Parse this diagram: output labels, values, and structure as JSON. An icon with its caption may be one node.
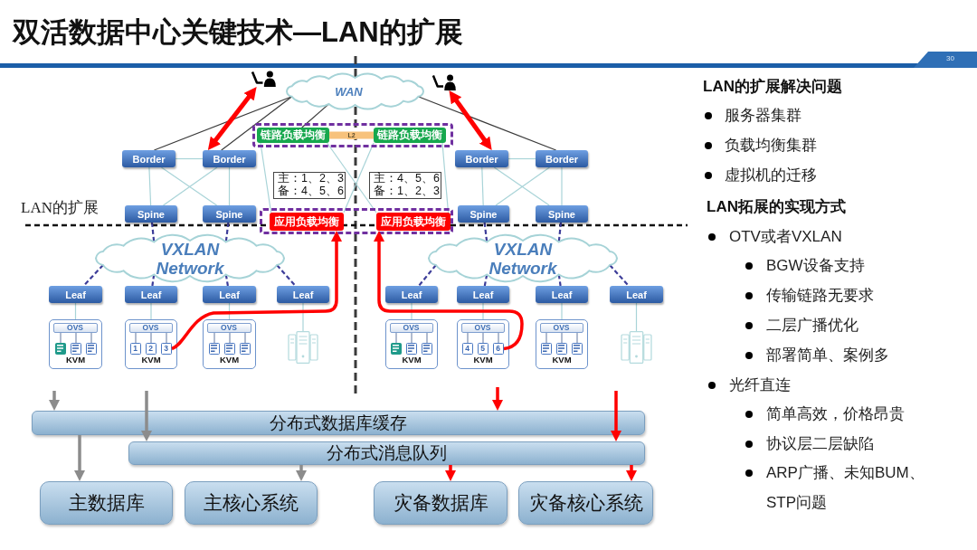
{
  "diagram": {
    "title": "双活数据中心关键技术—LAN的扩展",
    "nodes": [
      {
        "text": [],
        "shape": "person"
      },
      {
        "text": [
          "WAN"
        ]
      },
      {
        "text": [],
        "shape": "person"
      },
      {
        "text": [],
        "shape": "box"
      },
      {
        "text": [
          "链路负载均衡"
        ],
        "in": 3
      },
      {
        "text": [
          "链路负载均衡"
        ],
        "in": 3
      },
      {
        "text": [
          "Border"
        ]
      },
      {
        "text": [
          "Border"
        ]
      },
      {
        "text": [
          "Border"
        ]
      },
      {
        "text": [
          "Border"
        ]
      },
      {
        "text": [
          "主：1、2、3",
          "备：4、5、6"
        ]
      },
      {
        "text": [
          "主：4、5、6",
          "备：1、2、3"
        ]
      },
      {
        "text": [
          "Spine"
        ]
      },
      {
        "text": [
          "Spine"
        ]
      },
      {
        "text": [],
        "shape": "box"
      },
      {
        "text": [
          "应用负载均衡"
        ],
        "in": 14
      },
      {
        "text": [
          "应用负载均衡"
        ],
        "in": 14
      },
      {
        "text": [
          "Spine"
        ]
      },
      {
        "text": [
          "Spine"
        ]
      },
      {
        "text": [
          "VXLAN Network"
        ]
      },
      {
        "text": [
          "VXLAN Network"
        ]
      },
      {
        "text": [
          "Leaf"
        ]
      },
      {
        "text": [
          "Leaf"
        ]
      },
      {
        "text": [
          "Leaf"
        ]
      },
      {
        "text": [
          "Leaf"
        ]
      },
      {
        "text": [
          "Leaf"
        ]
      },
      {
        "text": [
          "Leaf"
        ]
      },
      {
        "text": [
          "Leaf"
        ]
      },
      {
        "text": [
          "Leaf"
        ]
      },
      {
        "text": [
          "KVM"
        ]
      },
      {
        "text": [
          "OVS"
        ],
        "in": 29
      },
      {
        "text": [],
        "shape": "box",
        "in": 29
      },
      {
        "text": [],
        "shape": "box",
        "in": 29
      },
      {
        "text": [],
        "shape": "box",
        "in": 29
      },
      {
        "text": [
          "KVM"
        ]
      },
      {
        "text": [
          "OVS"
        ],
        "in": 34
      },
      {
        "text": [
          "1"
        ],
        "in": 34
      },
      {
        "text": [
          "2"
        ],
        "in": 34
      },
      {
        "text": [
          "3"
        ],
        "in": 34
      },
      {
        "text": [
          "KVM"
        ]
      },
      {
        "text": [
          "OVS"
        ],
        "in": 39
      },
      {
        "text": [],
        "shape": "box",
        "in": 39
      },
      {
        "text": [],
        "shape": "box",
        "in": 39
      },
      {
        "text": [],
        "shape": "box",
        "in": 39
      },
      {
        "text": [],
        "shape": "picture"
      },
      {
        "text": [
          "KVM"
        ]
      },
      {
        "text": [
          "OVS"
        ],
        "in": 45
      },
      {
        "text": [],
        "shape": "box",
        "in": 45
      },
      {
        "text": [],
        "shape": "box",
        "in": 45
      },
      {
        "text": [],
        "shape": "box",
        "in": 45
      },
      {
        "text": [
          "KVM"
        ]
      },
      {
        "text": [
          "OVS"
        ],
        "in": 50
      },
      {
        "text": [
          "4"
        ],
        "in": 50
      },
      {
        "text": [
          "5"
        ],
        "in": 50
      },
      {
        "text": [
          "6"
        ],
        "in": 50
      },
      {
        "text": [
          "KVM"
        ]
      },
      {
        "text": [
          "OVS"
        ],
        "in": 55
      },
      {
        "text": [],
        "shape": "box",
        "in": 55
      },
      {
        "text": [],
        "shape": "box",
        "in": 55
      },
      {
        "text": [],
        "shape": "box",
        "in": 55
      },
      {
        "text": [],
        "shape": "picture"
      },
      {
        "text": [
          "分布式数据库缓存"
        ]
      },
      {
        "text": [
          "分布式消息队列"
        ]
      },
      {
        "text": [
          "主数据库"
        ]
      },
      {
        "text": [
          "主核心系统"
        ]
      },
      {
        "text": [
          "灾备数据库"
        ]
      },
      {
        "text": [
          "灾备核心系统"
        ]
      }
    ],
    "edges": [
      {
        "from": 1,
        "to": 6,
        "arrow": "none",
        "color": "#3a3a3a"
      },
      {
        "from": 1,
        "to": 7,
        "arrow": "none",
        "color": "#3a3a3a"
      },
      {
        "from": 1,
        "to": 4,
        "arrow": "none",
        "color": "#3a3a3a"
      },
      {
        "from": 1,
        "to": 9,
        "arrow": "none",
        "color": "#3a3a3a"
      },
      {
        "from": 0,
        "to": 7,
        "arrow": "both",
        "style": "thick",
        "color": "#ff0000"
      },
      {
        "from": 2,
        "to": 8,
        "arrow": "both",
        "style": "thick",
        "color": "#ff0000"
      },
      {
        "from": 4,
        "to": 5,
        "arrow": "none",
        "label": "L2",
        "style": "thick",
        "color": "#f7c27c"
      },
      {
        "from": 6,
        "to": 7,
        "arrow": "none"
      },
      {
        "from": 6,
        "to": 12,
        "arrow": "none"
      },
      {
        "from": 6,
        "to": 13,
        "arrow": "none"
      },
      {
        "from": 7,
        "to": 12,
        "arrow": "none"
      },
      {
        "from": 7,
        "to": 13,
        "arrow": "none"
      },
      {
        "from": 8,
        "to": 9,
        "arrow": "none"
      },
      {
        "from": 8,
        "to": 17,
        "arrow": "none"
      },
      {
        "from": 8,
        "to": 18,
        "arrow": "none"
      },
      {
        "from": 9,
        "to": 17,
        "arrow": "none"
      },
      {
        "from": 9,
        "to": 18,
        "arrow": "none"
      },
      {
        "from": 4,
        "to": 15,
        "arrow": "none"
      },
      {
        "from": 4,
        "to": 16,
        "arrow": "none"
      },
      {
        "from": 5,
        "to": 15,
        "arrow": "none"
      },
      {
        "from": 5,
        "to": 16,
        "arrow": "none"
      },
      {
        "from": 12,
        "to": 19,
        "arrow": "none",
        "style": "dashed",
        "color": "#3d3d99"
      },
      {
        "from": 13,
        "to": 19,
        "arrow": "none",
        "style": "dashed",
        "color": "#3d3d99"
      },
      {
        "from": 17,
        "to": 20,
        "arrow": "none",
        "style": "dashed",
        "color": "#3d3d99"
      },
      {
        "from": 18,
        "to": 20,
        "arrow": "none",
        "style": "dashed",
        "color": "#3d3d99"
      },
      {
        "from": 19,
        "to": 21,
        "arrow": "none",
        "style": "dashed",
        "color": "#3d3d99"
      },
      {
        "from": 19,
        "to": 22,
        "arrow": "none",
        "style": "dashed",
        "color": "#3d3d99"
      },
      {
        "from": 19,
        "to": 23,
        "arrow": "none",
        "style": "dashed",
        "color": "#3d3d99"
      },
      {
        "from": 19,
        "to": 24,
        "arrow": "none",
        "style": "dashed",
        "color": "#3d3d99"
      },
      {
        "from": 20,
        "to": 25,
        "arrow": "none",
        "style": "dashed",
        "color": "#3d3d99"
      },
      {
        "from": 20,
        "to": 26,
        "arrow": "none",
        "style": "dashed",
        "color": "#3d3d99"
      },
      {
        "from": 20,
        "to": 27,
        "arrow": "none",
        "style": "dashed",
        "color": "#3d3d99"
      },
      {
        "from": 20,
        "to": 28,
        "arrow": "none",
        "style": "dashed",
        "color": "#3d3d99"
      },
      {
        "from": 21,
        "to": 29,
        "arrow": "none"
      },
      {
        "from": 22,
        "to": 34,
        "arrow": "none"
      },
      {
        "from": 23,
        "to": 39,
        "arrow": "none"
      },
      {
        "from": 24,
        "to": 44,
        "arrow": "none"
      },
      {
        "from": 25,
        "to": 45,
        "arrow": "none"
      },
      {
        "from": 26,
        "to": 50,
        "arrow": "none"
      },
      {
        "from": 27,
        "to": 55,
        "arrow": "none"
      },
      {
        "from": 28,
        "to": 60,
        "arrow": "none"
      },
      {
        "from": 30,
        "to": 31,
        "arrow": "none",
        "color": "#8596b5"
      },
      {
        "from": 30,
        "to": 32,
        "arrow": "none",
        "color": "#8596b5"
      },
      {
        "from": 30,
        "to": 33,
        "arrow": "none",
        "color": "#8596b5"
      },
      {
        "from": 35,
        "to": 36,
        "arrow": "none",
        "color": "#8596b5"
      },
      {
        "from": 35,
        "to": 37,
        "arrow": "none",
        "color": "#8596b5"
      },
      {
        "from": 35,
        "to": 38,
        "arrow": "none",
        "color": "#8596b5"
      },
      {
        "from": 40,
        "to": 41,
        "arrow": "none",
        "color": "#8596b5"
      },
      {
        "from": 40,
        "to": 42,
        "arrow": "none",
        "color": "#8596b5"
      },
      {
        "from": 40,
        "to": 43,
        "arrow": "none",
        "color": "#8596b5"
      },
      {
        "from": 46,
        "to": 47,
        "arrow": "none",
        "color": "#8596b5"
      },
      {
        "from": 46,
        "to": 48,
        "arrow": "none",
        "color": "#8596b5"
      },
      {
        "from": 46,
        "to": 49,
        "arrow": "none",
        "color": "#8596b5"
      },
      {
        "from": 51,
        "to": 52,
        "arrow": "none",
        "color": "#8596b5"
      },
      {
        "from": 51,
        "to": 53,
        "arrow": "none",
        "color": "#8596b5"
      },
      {
        "from": 51,
        "to": 54,
        "arrow": "none",
        "color": "#8596b5"
      },
      {
        "from": 56,
        "to": 57,
        "arrow": "none",
        "color": "#8596b5"
      },
      {
        "from": 56,
        "to": 58,
        "arrow": "none",
        "color": "#8596b5"
      },
      {
        "from": 56,
        "to": 59,
        "arrow": "none",
        "color": "#8596b5"
      },
      {
        "from": 38,
        "to": 15,
        "arrow": "to",
        "style": "thick",
        "color": "#ff0000"
      },
      {
        "from": 54,
        "to": 16,
        "arrow": "to",
        "style": "thick",
        "color": "#ff0000"
      },
      {
        "from": null,
        "to": 61,
        "arrow": "to",
        "style": "thick",
        "color": "#8c8c8c"
      },
      {
        "from": null,
        "to": 62,
        "arrow": "to",
        "style": "thick",
        "color": "#8c8c8c"
      },
      {
        "from": 61,
        "to": 63,
        "arrow": "to",
        "style": "thick",
        "color": "#8c8c8c"
      },
      {
        "from": 62,
        "to": 64,
        "arrow": "to",
        "style": "thick",
        "color": "#8c8c8c"
      },
      {
        "from": null,
        "to": 61,
        "arrow": "to",
        "style": "thick",
        "color": "#ff0000"
      },
      {
        "from": null,
        "to": 62,
        "arrow": "to",
        "style": "thick",
        "color": "#ff0000"
      },
      {
        "from": 62,
        "to": 65,
        "arrow": "to",
        "style": "thick",
        "color": "#ff0000"
      },
      {
        "from": 62,
        "to": 66,
        "arrow": "to",
        "style": "thick",
        "color": "#ff0000"
      }
    ],
    "labels": [
      "30",
      "LAN的扩展",
      "LAN的扩展解决问题",
      "服务器集群",
      "负载均衡集群",
      "虚拟机的迁移",
      "LAN拓展的实现方式",
      "OTV或者VXLAN",
      "BGW设备支持",
      "传输链路无要求",
      "二层广播优化",
      "部署简单、案例多",
      "光纤直连",
      "简单高效，价格昂贵",
      "协议层二层缺陷",
      "ARP广播、未知BUM、STP问题"
    ]
  }
}
